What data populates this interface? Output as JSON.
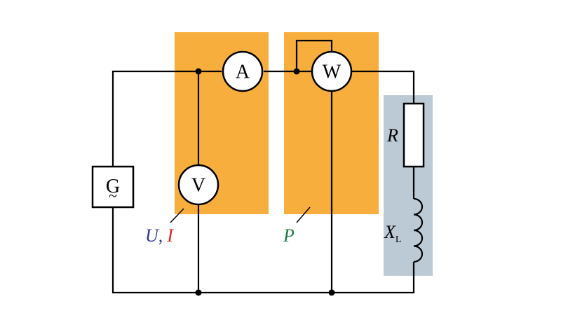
{
  "meters": {
    "ammeter": "A",
    "wattmeter": "W",
    "voltmeter": "V"
  },
  "generator": {
    "symbol": "G",
    "tilde": "~"
  },
  "labels": {
    "U": "U",
    "comma": ",",
    "I": "I",
    "P": "P",
    "R": "R",
    "XL_main": "X",
    "XL_sub": "L"
  },
  "colors": {
    "orange": "#f8ae3c",
    "gray": "#bccad6",
    "blue": "#333399",
    "red": "#e02020",
    "green": "#1a7a40"
  }
}
